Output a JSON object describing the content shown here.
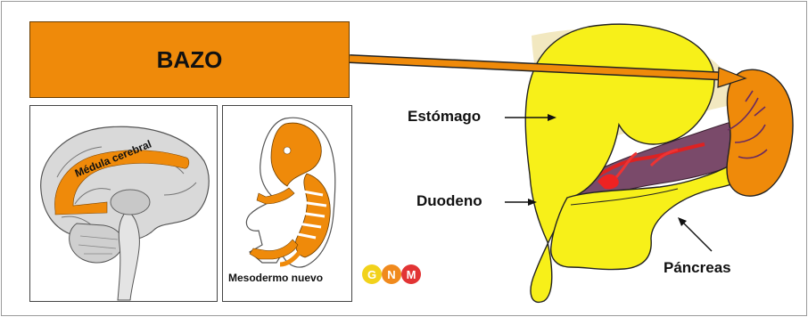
{
  "title": "BAZO",
  "brain_label": "Médula cerebral",
  "embryo_caption": "Mesodermo nuevo",
  "labels": {
    "stomach": "Estómago",
    "duodenum": "Duodeno",
    "pancreas": "Páncreas"
  },
  "logo": {
    "letters": [
      "G",
      "N",
      "M"
    ],
    "colors": [
      "#f2d21b",
      "#f08a1d",
      "#e23434"
    ]
  },
  "colors": {
    "accent_orange": "#ef8a0a",
    "organ_yellow": "#f7f019",
    "spleen_orange": "#ef8a0a"
  }
}
